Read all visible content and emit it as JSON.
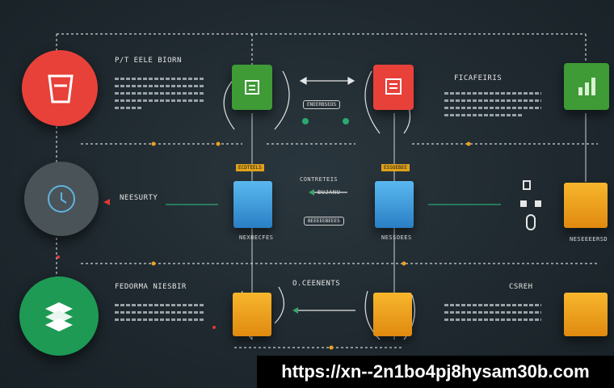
{
  "labels": {
    "top_left_title": "P/T EELE BIORN",
    "top_right_title": "FICAFEIRIS",
    "mid_left_title": "NEESURTY",
    "mid_center_label_1": "CONTRETEIS",
    "mid_center_label_2": "BUJANU",
    "bottom_left_title": "FEDORMA NIESBIR",
    "bottom_center_title": "O.CEENENTS",
    "bottom_right_title": "CSREH",
    "tile_tag_1": "ECDTEELS",
    "tile_tag_2": "ESSOEBEE",
    "tile_label_1": "NEXBECFES",
    "tile_label_2": "NESSOEES",
    "tile_label_right": "NESEEEERSD",
    "pill_top": "ENEERBSEOS",
    "pill_mid": "BEEEEEBEEES"
  },
  "url_banner": "https://xn--2n1bo4pj8hysam30b.com",
  "colors": {
    "red": "#e8413a",
    "green": "#3e9b36",
    "blue": "#3a9fe0",
    "orange": "#f0a21a",
    "gray": "#4a5358",
    "dark_green": "#1e9a55",
    "wire": "#e6e6e6",
    "dot_orange": "#f0a21a"
  },
  "icons": [
    "cart-icon",
    "document-icon",
    "chart-icon",
    "clock-icon",
    "stack-icon",
    "bottle-icon"
  ]
}
